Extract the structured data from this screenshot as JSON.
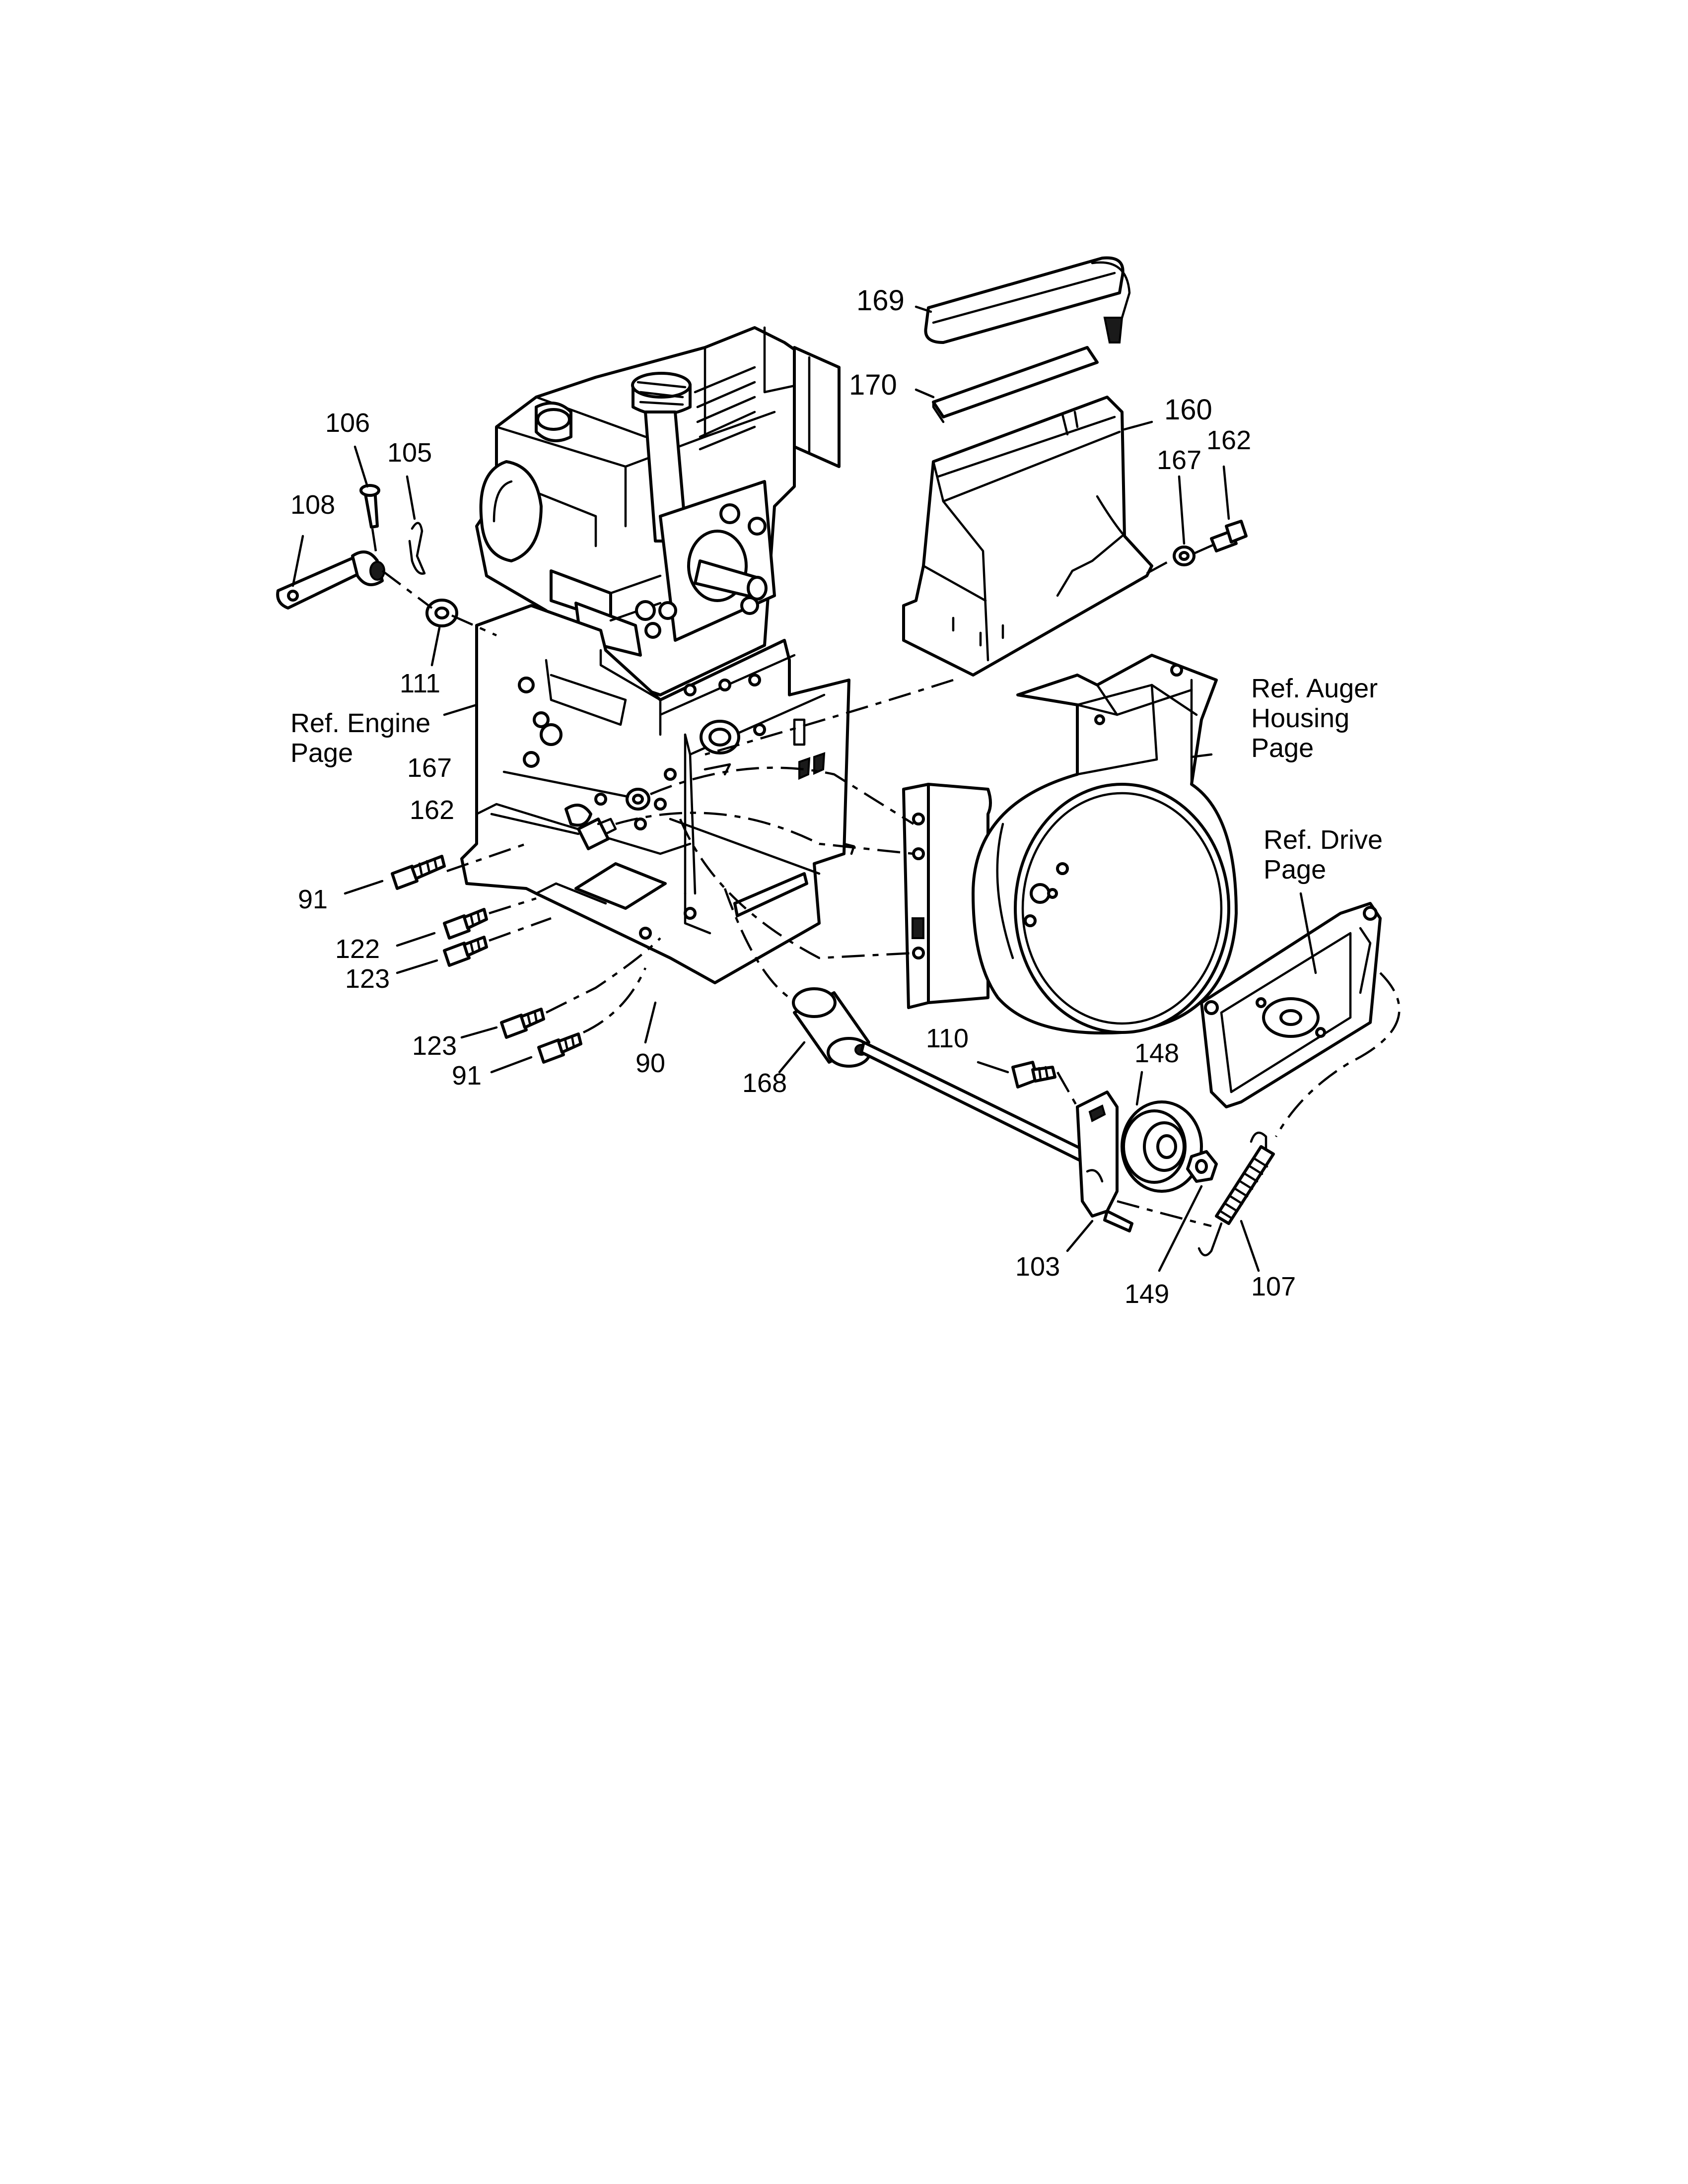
{
  "page_heading": "",
  "labels": {
    "l169": "169",
    "l170": "170",
    "l160": "160",
    "l167_top": "167",
    "l162_top": "162",
    "l106": "106",
    "l105": "105",
    "l108": "108",
    "l111": "111",
    "ref_engine_1": "Ref. Engine",
    "ref_engine_2": "Page",
    "l167_mid": "167",
    "l162_mid": "162",
    "l91_a": "91",
    "l122": "122",
    "l123_a": "123",
    "l123_b": "123",
    "l91_b": "91",
    "l90": "90",
    "l168": "168",
    "ref_auger_1": "Ref. Auger",
    "ref_auger_2": "Housing",
    "ref_auger_3": "Page",
    "ref_drive_1": "Ref. Drive",
    "ref_drive_2": "Page",
    "l110": "110",
    "l148": "148",
    "l103": "103",
    "l149": "149",
    "l107": "107"
  }
}
